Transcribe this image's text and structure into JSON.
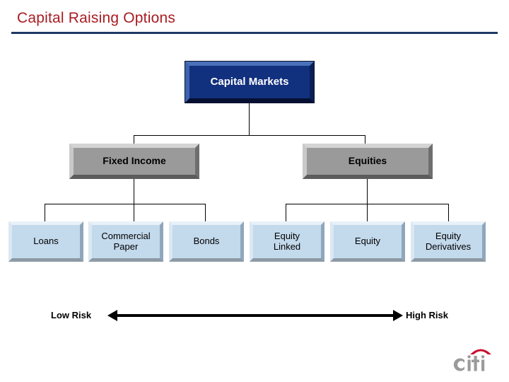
{
  "slide": {
    "title": "Capital Raising Options",
    "title_color": "#a81c22",
    "rule_color": "#1f3864",
    "background": "#ffffff"
  },
  "diagram": {
    "root": {
      "label": "Capital Markets",
      "fill": "#11307e",
      "text_color": "#ffffff"
    },
    "branches": [
      {
        "label": "Fixed Income",
        "fill": "#9a9a9a",
        "text_color": "#000000"
      },
      {
        "label": "Equities",
        "fill": "#9a9a9a",
        "text_color": "#000000"
      }
    ],
    "leaves": [
      {
        "label": "Loans",
        "line1": "Loans",
        "line2": "",
        "fill": "#c3d9ec"
      },
      {
        "label": "Commercial Paper",
        "line1": "Commercial",
        "line2": "Paper",
        "fill": "#c3d9ec"
      },
      {
        "label": "Bonds",
        "line1": "Bonds",
        "line2": "",
        "fill": "#c3d9ec"
      },
      {
        "label": "Equity Linked",
        "line1": "Equity",
        "line2": "Linked",
        "fill": "#c3d9ec"
      },
      {
        "label": "Equity",
        "line1": "Equity",
        "line2": "",
        "fill": "#c3d9ec"
      },
      {
        "label": "Equity Derivatives",
        "line1": "Equity",
        "line2": "Derivatives",
        "fill": "#c3d9ec"
      }
    ]
  },
  "risk_scale": {
    "low_label": "Low Risk",
    "high_label": "High Risk",
    "arrow": "double-headed-horizontal-arrow",
    "color": "#000000"
  },
  "logo": {
    "wordmark": "citi",
    "arc_color": "#c8102e",
    "text_color": "#9b9b9b"
  }
}
